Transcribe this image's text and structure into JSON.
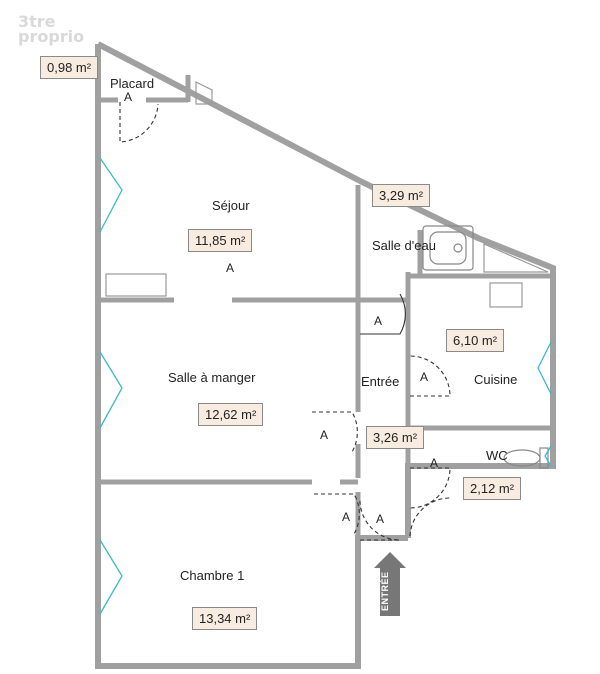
{
  "watermark": {
    "line1": "3tre",
    "line2": "proprio"
  },
  "rooms": {
    "placard": {
      "label": "Placard",
      "area": "0,98 m²"
    },
    "sejour": {
      "label": "Séjour",
      "area": "11,85 m²"
    },
    "salle_eau": {
      "label": "Salle d'eau",
      "area": "3,29 m²"
    },
    "salle_manger": {
      "label": "Salle à manger",
      "area": "12,62 m²"
    },
    "entree": {
      "label": "Entrée",
      "area": "3,26 m²"
    },
    "cuisine": {
      "label": "Cuisine",
      "area": "6,10 m²"
    },
    "wc": {
      "label": "WC",
      "area": "2,12 m²"
    },
    "chambre1": {
      "label": "Chambre 1",
      "area": "13,34 m²"
    }
  },
  "door_mark": "A",
  "entry_arrow": {
    "label": "ENTRÉE"
  },
  "colors": {
    "wall": "#a0a0a0",
    "window": "#3bb9c9",
    "badge_bg": "#f8ece0",
    "arrow": "#777777"
  }
}
